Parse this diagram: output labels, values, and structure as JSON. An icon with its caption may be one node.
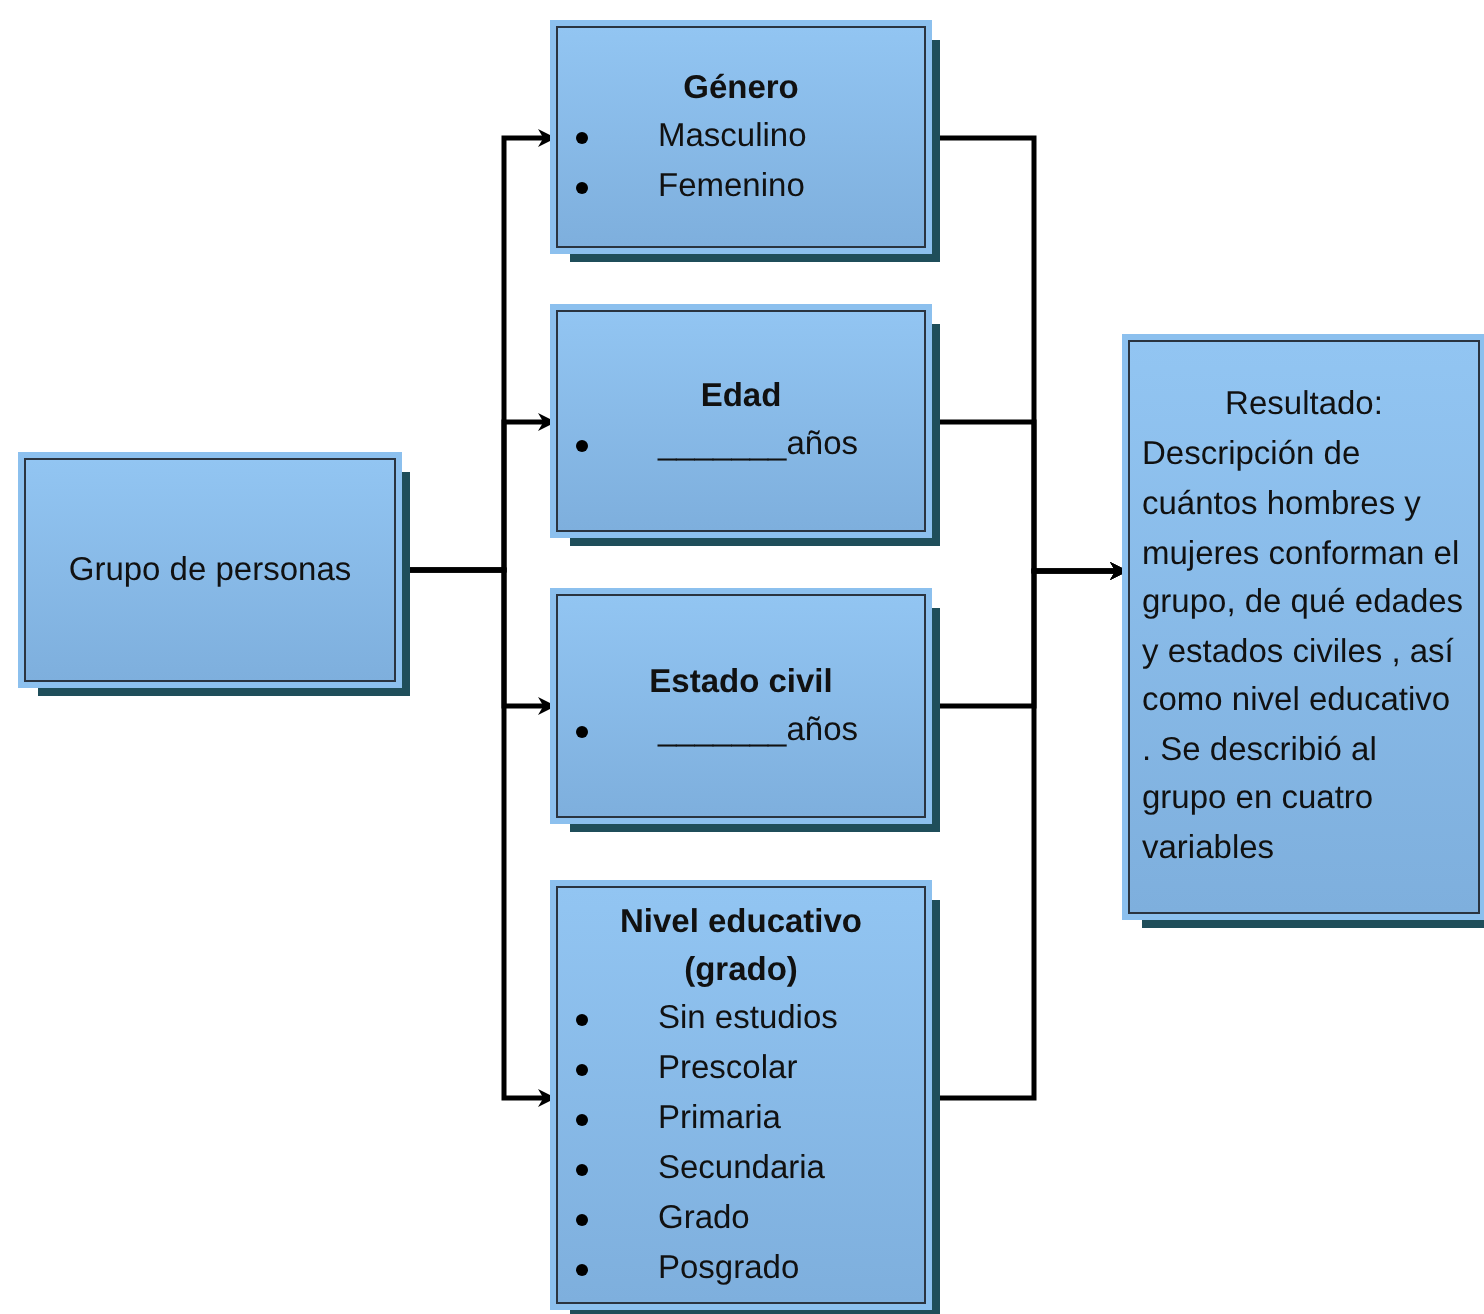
{
  "diagram": {
    "nodes": [
      {
        "text": [
          "Grupo de personas"
        ]
      },
      {
        "text": [
          "Género",
          "Masculino",
          "Femenino"
        ]
      },
      {
        "text": [
          "Edad",
          "_______años"
        ]
      },
      {
        "text": [
          "Estado civil",
          "_______años"
        ]
      },
      {
        "text": [
          "Nivel educativo (grado)",
          "Sin estudios",
          "Prescolar",
          "Primaria",
          "Secundaria",
          "Grado",
          "Posgrado"
        ]
      },
      {
        "text": [
          "Resultado:",
          "Descripción de cuántos hombres y mujeres conforman el grupo, de qué edades y estados civiles , así como nivel educativo . Se describió al grupo en cuatro variables"
        ]
      }
    ],
    "edges": [
      {
        "from": 0,
        "to": 1,
        "arrow": "to"
      },
      {
        "from": 0,
        "to": 2,
        "arrow": "to"
      },
      {
        "from": 0,
        "to": 3,
        "arrow": "to"
      },
      {
        "from": 0,
        "to": 4,
        "arrow": "to"
      },
      {
        "from": 1,
        "to": 5,
        "arrow": "to"
      },
      {
        "from": 2,
        "to": 5,
        "arrow": "to"
      },
      {
        "from": 3,
        "to": 5,
        "arrow": "to"
      },
      {
        "from": 4,
        "to": 5,
        "arrow": "to"
      }
    ]
  }
}
